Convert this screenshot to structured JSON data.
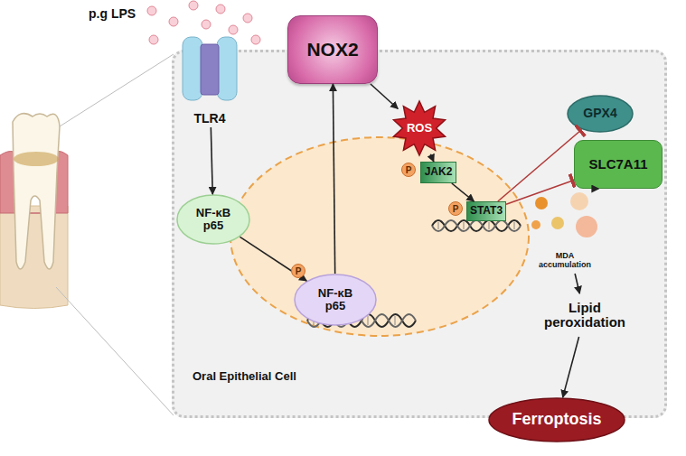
{
  "diagram": {
    "nodes": [
      {
        "text": [
          "Oral Epithelial Cell"
        ]
      },
      {
        "text": [
          "TLR4"
        ],
        "in": 0
      },
      {
        "text": [
          "NOX2"
        ],
        "in": 0
      },
      {
        "text": [
          "ROS"
        ],
        "in": 0
      },
      {
        "text": [
          "GPX4"
        ],
        "in": 0
      },
      {
        "text": [
          "SLC7A11"
        ],
        "in": 0
      },
      {
        "text": [
          "JAK2"
        ],
        "in": 0
      },
      {
        "text": [
          "STAT3"
        ],
        "in": 0
      },
      {
        "text": [
          "NF-κB p65"
        ],
        "in": 0
      },
      {
        "text": [
          "MDA accumulation"
        ],
        "in": 0
      },
      {
        "text": [
          "NF-κB p65"
        ],
        "in": 0
      },
      {
        "text": [
          "Lipid peroxidation"
        ],
        "in": 0
      },
      {
        "text": [
          "Ferroptosis"
        ]
      }
    ],
    "edges": [
      {
        "from": 1,
        "to": 8,
        "arrow": "to"
      },
      {
        "from": 8,
        "to": 10,
        "arrow": "to"
      },
      {
        "from": 10,
        "to": 2,
        "arrow": "to"
      },
      {
        "from": 2,
        "to": 3,
        "arrow": "to"
      },
      {
        "from": 3,
        "to": 6,
        "arrow": "to"
      },
      {
        "from": 6,
        "to": 7,
        "arrow": "to"
      },
      {
        "from": 7,
        "to": 4,
        "arrow": "to"
      },
      {
        "from": 7,
        "to": 5,
        "arrow": "to"
      },
      {
        "from": 5,
        "to": 9,
        "arrow": "to"
      },
      {
        "from": 9,
        "to": 11,
        "arrow": "to"
      },
      {
        "from": 11,
        "to": 12,
        "arrow": "to"
      }
    ],
    "labels": [
      "p.g LPS",
      "P",
      "P",
      "P"
    ]
  }
}
